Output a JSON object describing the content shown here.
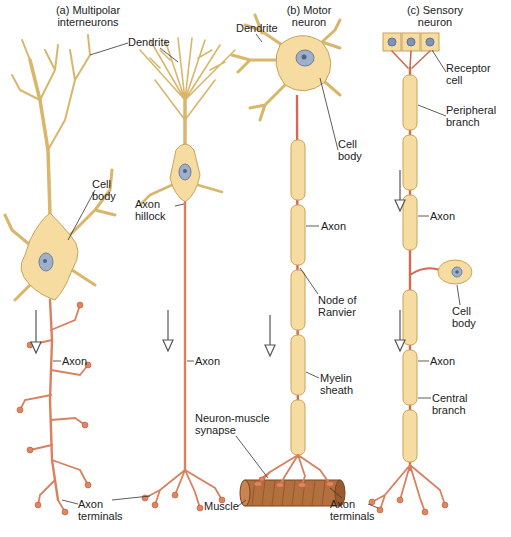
{
  "diagram": {
    "labels": [
      "(a) Multipolar interneurons",
      "(b) Motor neuron",
      "(c) Sensory neuron",
      "Dendrite",
      "Dendrite",
      "Receptor cell",
      "Cell body",
      "Axon hillock",
      "Cell body",
      "Peripheral branch",
      "Axon",
      "Axon",
      "Node of Ranvier",
      "Cell body",
      "Axon",
      "Axon",
      "Axon",
      "Myelin sheath",
      "Central branch",
      "Neuron-muscle synapse",
      "Axon terminals",
      "Muscle",
      "Axon terminals"
    ]
  }
}
